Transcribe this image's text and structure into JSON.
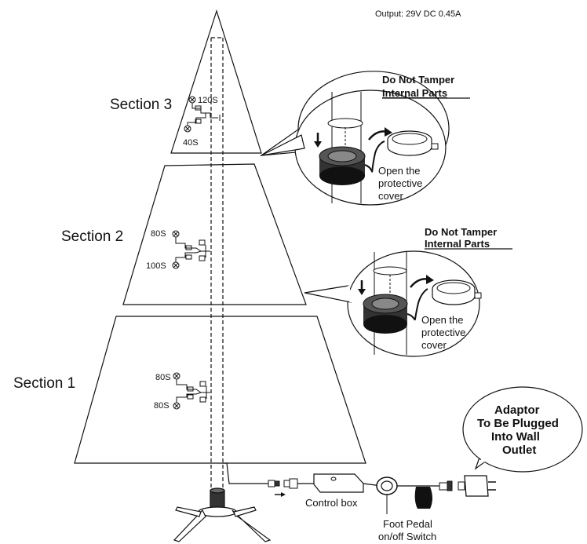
{
  "output_spec": "Output: 29V DC 0.45A",
  "sections": {
    "section3": "Section 3",
    "section2": "Section 2",
    "section1": "Section 1"
  },
  "bulbs": {
    "s3_top": "120S",
    "s3_bottom": "40S",
    "s2_top": "80S",
    "s2_bottom": "100S",
    "s1_top": "80S",
    "s1_bottom": "80S"
  },
  "callout_top": {
    "warning_line1": "Do Not Tamper",
    "warning_line2": "Internal Parts",
    "open_line1": "Open the",
    "open_line2": "protective",
    "open_line3": "cover"
  },
  "callout_mid": {
    "warning_line1": "Do Not Tamper",
    "warning_line2": "Internal Parts",
    "open_line1": "Open the",
    "open_line2": "protective",
    "open_line3": "cover"
  },
  "control_box": "Control box",
  "foot_pedal_line1": "Foot Pedal",
  "foot_pedal_line2": "on/off Switch",
  "adaptor": {
    "line1": "Adaptor",
    "line2": "To Be Plugged",
    "line3": "Into Wall",
    "line4": "Outlet"
  }
}
